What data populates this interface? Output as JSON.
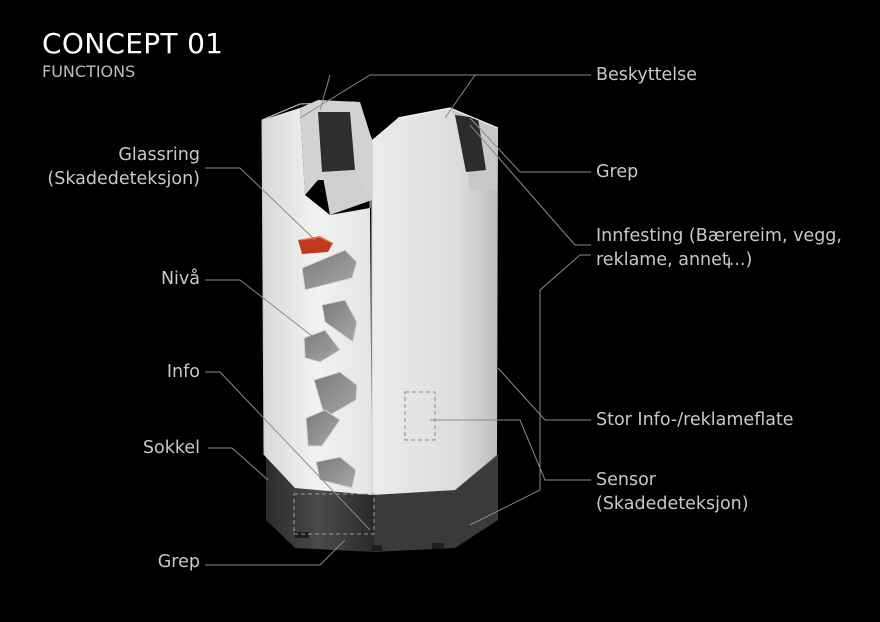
{
  "header": {
    "title": "CONCEPT 01",
    "subtitle": "FUNCTIONS"
  },
  "labels_left": {
    "glassring_line1": "Glassring",
    "glassring_line2": "(Skadedeteksjon)",
    "niva": "Nivå",
    "info": "Info",
    "sokkel": "Sokkel",
    "grep_bottom": "Grep"
  },
  "labels_right": {
    "beskyttelse": "Beskyttelse",
    "grep_top": "Grep",
    "innfesting_line1": "Innfesting (Bærereim, vegg,",
    "innfesting_line2": "reklame, annet...)",
    "stor_info": "Stor Info-/reklameflate",
    "sensor_line1": "Sensor",
    "sensor_line2": "(Skadedeteksjon)"
  },
  "colors": {
    "background": "#000000",
    "body": "#e8e8e6",
    "base": "#3b3b3b",
    "accent_glass": "#c2391f",
    "leader": "#8a8a8a"
  }
}
